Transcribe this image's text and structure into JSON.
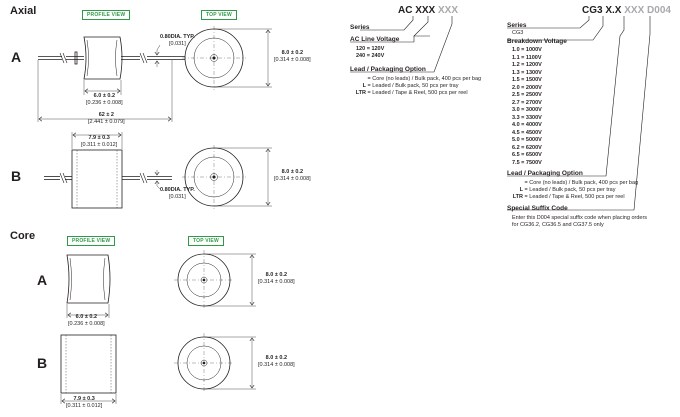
{
  "sections": {
    "axial": "Axial",
    "core": "Core"
  },
  "rows": {
    "a": "A",
    "b": "B"
  },
  "views": {
    "profile": "PROFILE VIEW",
    "top": "TOP VIEW"
  },
  "dims": {
    "dia": "8.0 ± 0.2",
    "dia_in": "[0.314 ± 0.008]",
    "a_len": "6.0 ± 0.2",
    "a_len_in": "[0.236 ± 0.008]",
    "b_len": "7.9 ± 0.3",
    "b_len_in": "[0.311 ± 0.012]",
    "lead_total": "62 ± 2",
    "lead_total_in": "[2.441 ± 0.079]",
    "wire": "0.80DIA. TYP.",
    "wire_in": "[0.031]"
  },
  "ac": {
    "pn_black": "AC XXX",
    "pn_grey": "XXX",
    "series_label": "Series",
    "voltage_label": "AC Line Voltage",
    "voltages": [
      "120 = 120V",
      "240 = 240V"
    ],
    "lead_label": "Lead / Packaging Option",
    "lead_options": [
      {
        "code": "",
        "text": "= Core (no leads) / Bulk pack, 400 pcs per bag"
      },
      {
        "code": "L",
        "text": "= Leaded / Bulk pack, 50 pcs per tray"
      },
      {
        "code": "LTR",
        "text": "= Leaded / Tape & Reel, 500 pcs per reel"
      }
    ]
  },
  "cg": {
    "pn_black": "CG3 X.X",
    "pn_grey": "XXX",
    "pn_suffix": "D004",
    "series_label": "Series",
    "series_value": "CG3",
    "breakdown_label": "Breakdown Voltage",
    "breakdown": [
      "1.0 = 1000V",
      "1.1 = 1100V",
      "1.2 = 1200V",
      "1.3 = 1300V",
      "1.5 = 1500V",
      "2.0 = 2000V",
      "2.5 = 2500V",
      "2.7 = 2700V",
      "3.0 = 3000V",
      "3.3 = 3300V",
      "4.0 = 4000V",
      "4.5 = 4500V",
      "5.0 = 5000V",
      "6.2 = 6200V",
      "6.5 = 6500V",
      "7.5 = 7500V"
    ],
    "lead_label": "Lead / Packaging Option",
    "lead_options": [
      {
        "code": "",
        "text": "= Core (no leads) / Bulk pack, 400 pcs per bag"
      },
      {
        "code": "L",
        "text": "= Leaded / Bulk pack, 50 pcs per tray"
      },
      {
        "code": "LTR",
        "text": "= Leaded / Tape & Reel, 500 pcs per reel"
      }
    ],
    "suffix_label": "Special Suffix Code",
    "suffix_text": [
      "Enter this D004 special suffix code when placing orders",
      "for CG36.2, CG36.5 and CG37.5 only"
    ]
  },
  "colors": {
    "green": "#2e9a48",
    "grey": "#a7a9ac",
    "ink": "#231f20"
  }
}
